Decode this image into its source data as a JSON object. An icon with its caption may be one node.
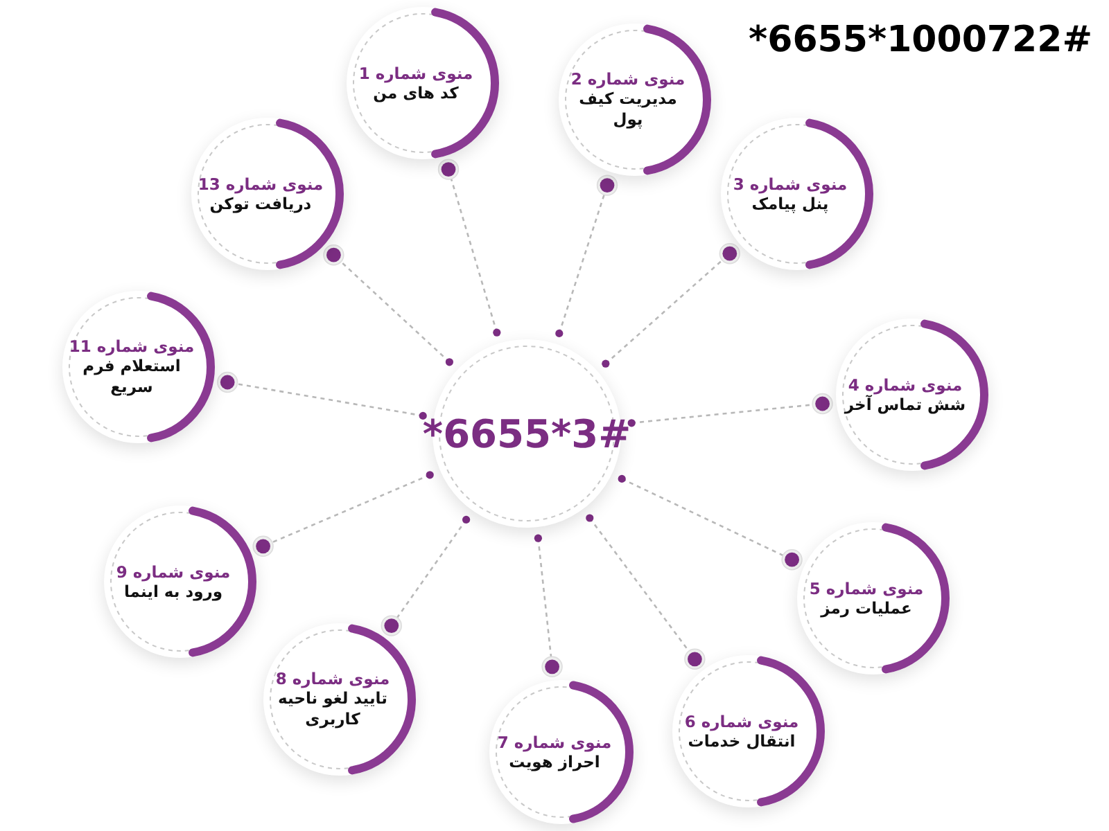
{
  "diagram": {
    "title": "*6655*1000722#",
    "nodes": [
      {
        "text": [
          "*6655*3#"
        ]
      },
      {
        "text": [
          "منوی شماره 1",
          "کد های من"
        ]
      },
      {
        "text": [
          "منوی شماره 2",
          "مدیریت کیف پول"
        ]
      },
      {
        "text": [
          "منوی شماره 3",
          "پنل پیامک"
        ]
      },
      {
        "text": [
          "منوی شماره 4",
          "شش تماس آخر"
        ]
      },
      {
        "text": [
          "منوی شماره 5",
          "عملیات رمز"
        ]
      },
      {
        "text": [
          "منوی شماره 6",
          "انتقال خدمات"
        ]
      },
      {
        "text": [
          "منوی شماره 7",
          "احراز هویت"
        ]
      },
      {
        "text": [
          "منوی شماره 8",
          "تایید لغو ناحیه کاربری"
        ]
      },
      {
        "text": [
          "منوی شماره 9",
          "ورود به اینما"
        ]
      },
      {
        "text": [
          "منوی شماره 11",
          "استعلام فرم سریع"
        ]
      },
      {
        "text": [
          "منوی شماره 13",
          "دریافت توکن"
        ]
      }
    ],
    "edges": [
      {
        "from": 0,
        "to": 1,
        "arrow": "other",
        "style": "dashed"
      },
      {
        "from": 0,
        "to": 2,
        "arrow": "other",
        "style": "dashed"
      },
      {
        "from": 0,
        "to": 3,
        "arrow": "other",
        "style": "dashed"
      },
      {
        "from": 0,
        "to": 4,
        "arrow": "other",
        "style": "dashed"
      },
      {
        "from": 0,
        "to": 5,
        "arrow": "other",
        "style": "dashed"
      },
      {
        "from": 0,
        "to": 6,
        "arrow": "other",
        "style": "dashed"
      },
      {
        "from": 0,
        "to": 7,
        "arrow": "other",
        "style": "dashed"
      },
      {
        "from": 0,
        "to": 8,
        "arrow": "other",
        "style": "dashed"
      },
      {
        "from": 0,
        "to": 9,
        "arrow": "other",
        "style": "dashed"
      },
      {
        "from": 0,
        "to": 10,
        "arrow": "other",
        "style": "dashed"
      },
      {
        "from": 0,
        "to": 11,
        "arrow": "other",
        "style": "dashed"
      }
    ]
  }
}
